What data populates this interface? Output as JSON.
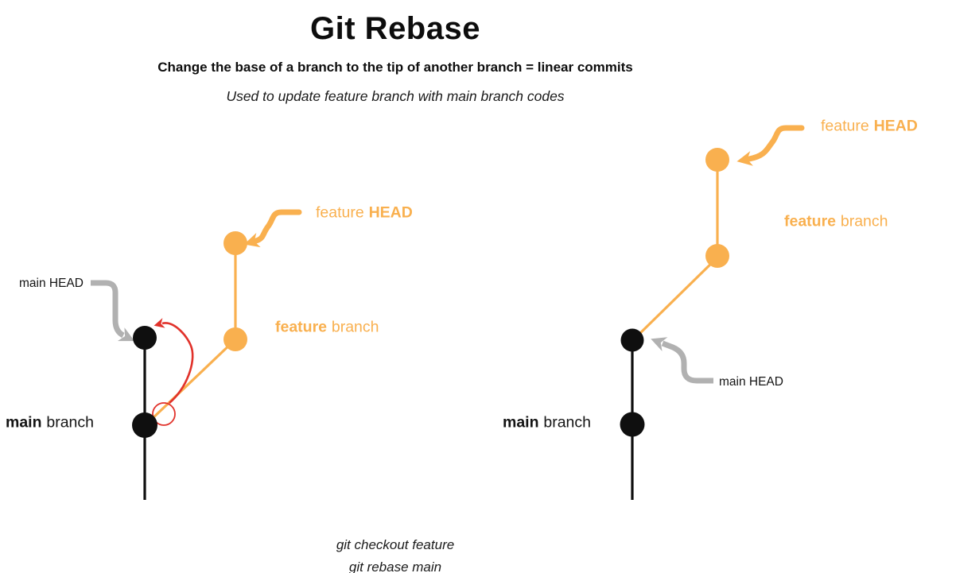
{
  "header": {
    "title": "Git Rebase",
    "subtitle": "Change the base of a branch to the tip of another branch = linear commits",
    "note": "Used to update feature branch with main branch codes"
  },
  "colors": {
    "orange": "#F9B04F",
    "black": "#0F0F0F",
    "gray": "#B1B1B1",
    "red": "#E1322B"
  },
  "before": {
    "feature_head": {
      "normal": "feature",
      "bold": "HEAD"
    },
    "feature_branch": {
      "bold": "feature",
      "normal": "branch"
    },
    "main_head": "main HEAD",
    "main_branch": {
      "bold": "main",
      "normal": "branch"
    }
  },
  "after": {
    "feature_head": {
      "normal": "feature",
      "bold": "HEAD"
    },
    "feature_branch": {
      "bold": "feature",
      "normal": "branch"
    },
    "main_head": "main HEAD",
    "main_branch": {
      "bold": "main",
      "normal": "branch"
    }
  },
  "commands": {
    "line1": "git checkout feature",
    "line2": "git rebase main"
  }
}
